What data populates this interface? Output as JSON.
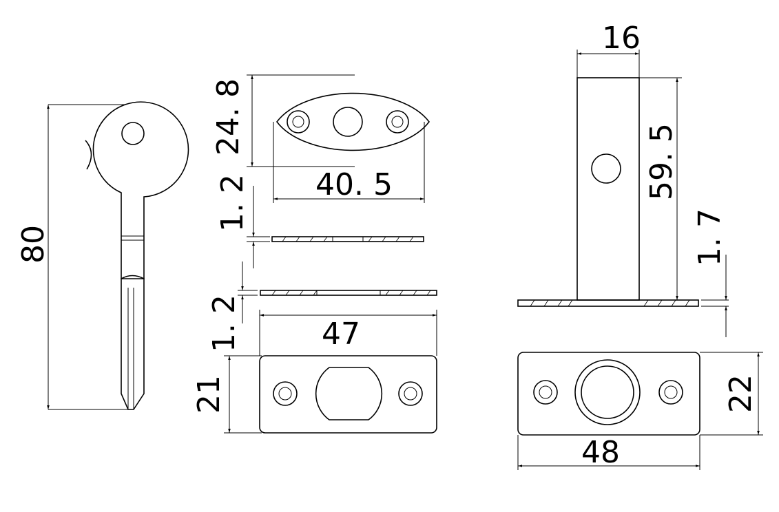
{
  "dimensions": {
    "key_length": "80",
    "plate_height": "24. 8",
    "plate_width": "40. 5",
    "plate_thickness": "1. 2",
    "strike_thickness": "1. 2",
    "strike_width": "47",
    "strike_height": "21",
    "bolt_width": "16",
    "bolt_length": "59. 5",
    "base_thickness": "1. 7",
    "base_height": "22",
    "base_width": "48"
  }
}
